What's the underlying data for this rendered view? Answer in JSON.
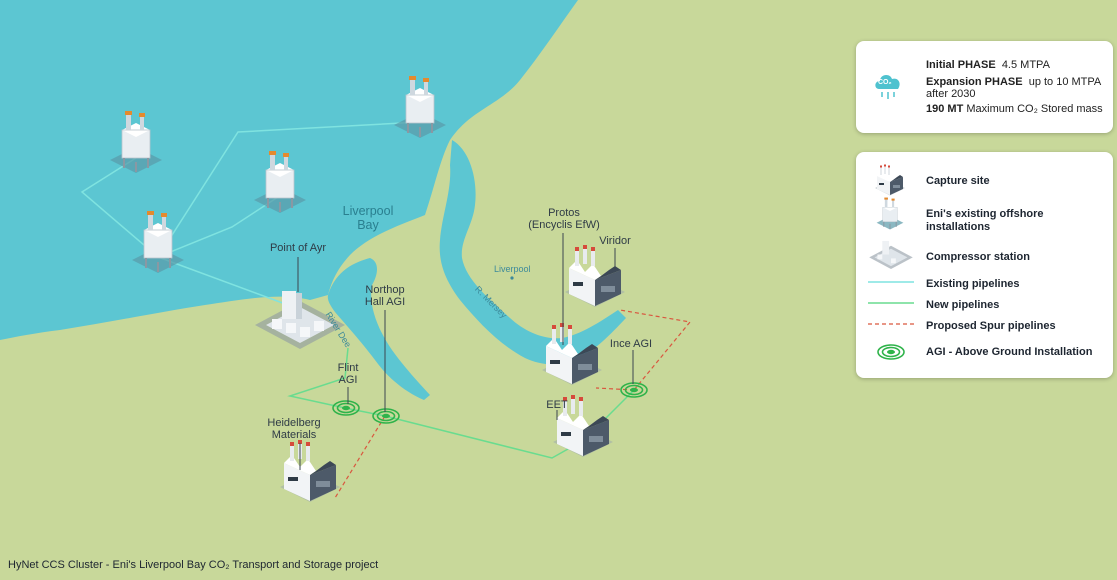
{
  "map": {
    "water_label_1": "Liverpool",
    "water_label_2": "Bay",
    "places": {
      "point_of_ayr": "Point of Ayr",
      "northop_1": "Northop",
      "northop_2": "Hall AGI",
      "flint_1": "Flint",
      "flint_2": "AGI",
      "heidelberg_1": "Heidelberg",
      "heidelberg_2": "Materials",
      "protos_1": "Protos",
      "protos_2": "(Encyclis EfW)",
      "viridor": "Viridor",
      "ince": "Ince AGI",
      "eet": "EET",
      "liverpool_city": "Liverpool",
      "river_dee": "River Dee",
      "river_mersey": "R. Mersey"
    }
  },
  "info": {
    "icon_text": "CO₂",
    "row1_bold": "Initial PHASE",
    "row1_text": "4.5 MTPA",
    "row2_bold": "Expansion PHASE",
    "row2_text": "up to 10 MTPA",
    "row2_text2": "after 2030",
    "row3_bold": "190 MT",
    "row3_text": "Maximum CO₂ Stored mass"
  },
  "legend": {
    "items": [
      {
        "label": "Capture site",
        "icon": "capture-site-icon"
      },
      {
        "label": "Eni's existing offshore",
        "label2": "installations",
        "icon": "offshore-platform-icon"
      },
      {
        "label": "Compressor station",
        "icon": "compressor-station-icon"
      },
      {
        "label": "Existing pipelines",
        "icon": "existing-pipeline-line"
      },
      {
        "label": "New pipelines",
        "icon": "new-pipeline-line"
      },
      {
        "label": "Proposed Spur pipelines",
        "icon": "spur-pipeline-line"
      },
      {
        "label": "AGI - Above Ground Installation",
        "icon": "agi-icon"
      }
    ]
  },
  "colors": {
    "sea": "#5cc6d2",
    "land": "#c8d89a",
    "existing_pipeline": "#7fe3e0",
    "new_pipeline": "#69dc8f",
    "spur_pipeline": "#d9573f",
    "agi": "#2fb34a"
  },
  "caption": "HyNet CCS Cluster - Eni's Liverpool Bay CO₂ Transport and Storage project"
}
